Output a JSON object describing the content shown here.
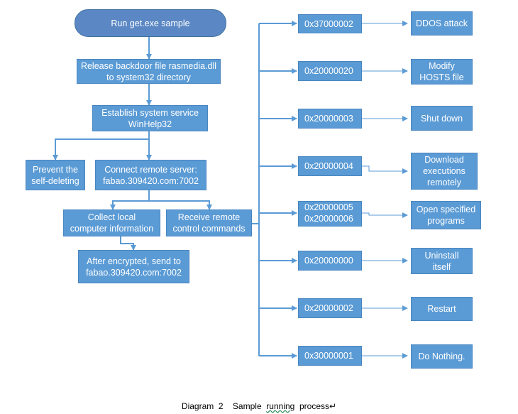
{
  "colors": {
    "box_fill": "#5b9bd5",
    "start_fill": "#5b88c4",
    "line": "#5b9bd5",
    "text": "#ffffff"
  },
  "flow": {
    "start": "Run get.exe sample",
    "release": [
      "Release backdoor file rasmedia.dll",
      "to system32 directory"
    ],
    "service": [
      "Establish system service",
      "WinHelp32"
    ],
    "prevent": [
      "Prevent the",
      "self-deleting"
    ],
    "connect": [
      "Connect remote server:",
      "fabao.309420.com:7002"
    ],
    "collect": [
      "Collect local",
      "computer information"
    ],
    "receive": [
      "Receive remote",
      "control commands"
    ],
    "encrypted": [
      "After encrypted, send to",
      "fabao.309420.com:7002"
    ]
  },
  "commands": [
    {
      "code": [
        "0x37000002"
      ],
      "action": [
        "DDOS attack"
      ]
    },
    {
      "code": [
        "0x20000020"
      ],
      "action": [
        "Modify",
        "HOSTS file"
      ]
    },
    {
      "code": [
        "0x20000003"
      ],
      "action": [
        "Shut down"
      ]
    },
    {
      "code": [
        "0x20000004"
      ],
      "action": [
        "Download",
        "executions",
        "remotely"
      ]
    },
    {
      "code": [
        "0x20000005",
        "0x20000006"
      ],
      "action": [
        "Open specified",
        "programs"
      ]
    },
    {
      "code": [
        "0x20000000"
      ],
      "action": [
        "Uninstall",
        "itself"
      ]
    },
    {
      "code": [
        "0x20000002"
      ],
      "action": [
        "Restart"
      ]
    },
    {
      "code": [
        "0x30000001"
      ],
      "action": [
        "Do Nothing."
      ]
    }
  ],
  "caption": {
    "prefix": "Diagram  2    Sample  ",
    "underlined": "running",
    "suffix": "  process↵"
  }
}
